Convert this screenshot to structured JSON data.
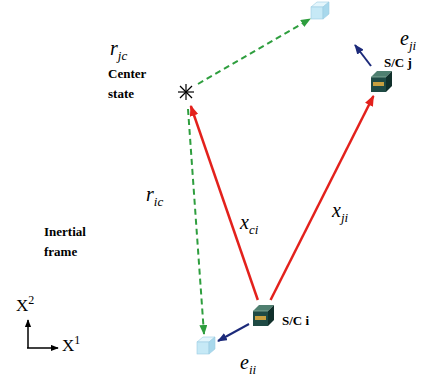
{
  "diagram": {
    "nodes": [
      {
        "text": [
          "Center state"
        ]
      },
      {
        "text": [
          "S/C j"
        ]
      },
      {
        "text": [
          "S/C i"
        ]
      }
    ],
    "edges": [
      {
        "from": 2,
        "to": 0,
        "label": "xci",
        "arrow": "to"
      },
      {
        "from": 2,
        "to": 1,
        "label": "xji",
        "arrow": "to"
      }
    ],
    "labels": [
      "eji",
      "rjc",
      "ric",
      "Inertial frame",
      "X2",
      "X1",
      "eii"
    ]
  }
}
